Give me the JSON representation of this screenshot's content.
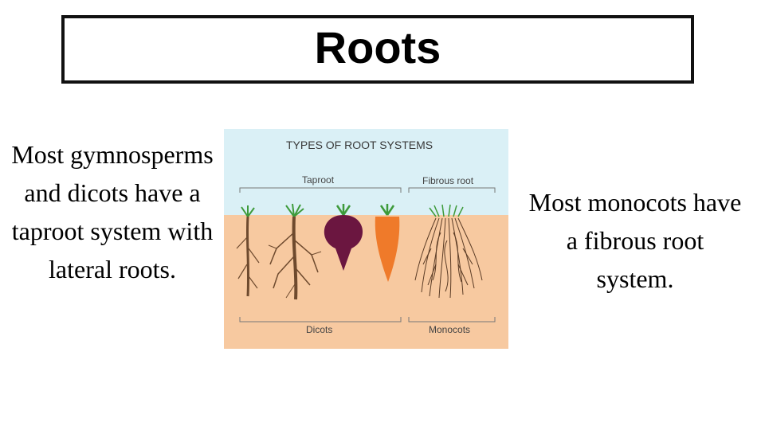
{
  "slide": {
    "title": "Roots",
    "left_text": "Most gymnosperms and dicots have a taproot system with lateral roots.",
    "right_text": "Most monocots have a fibrous root system."
  },
  "figure": {
    "title": "TYPES  OF ROOT SYSTEMS",
    "top_left_label": "Taproot",
    "top_right_label": "Fibrous root",
    "bottom_left_label": "Dicots",
    "bottom_right_label": "Monocots",
    "colors": {
      "sky": "#daf0f6",
      "soil": "#f7c9a0",
      "beet": "#6b1640",
      "carrot": "#ef7a2a",
      "root": "#6e4a2e",
      "leaf": "#3d9a3a"
    }
  }
}
